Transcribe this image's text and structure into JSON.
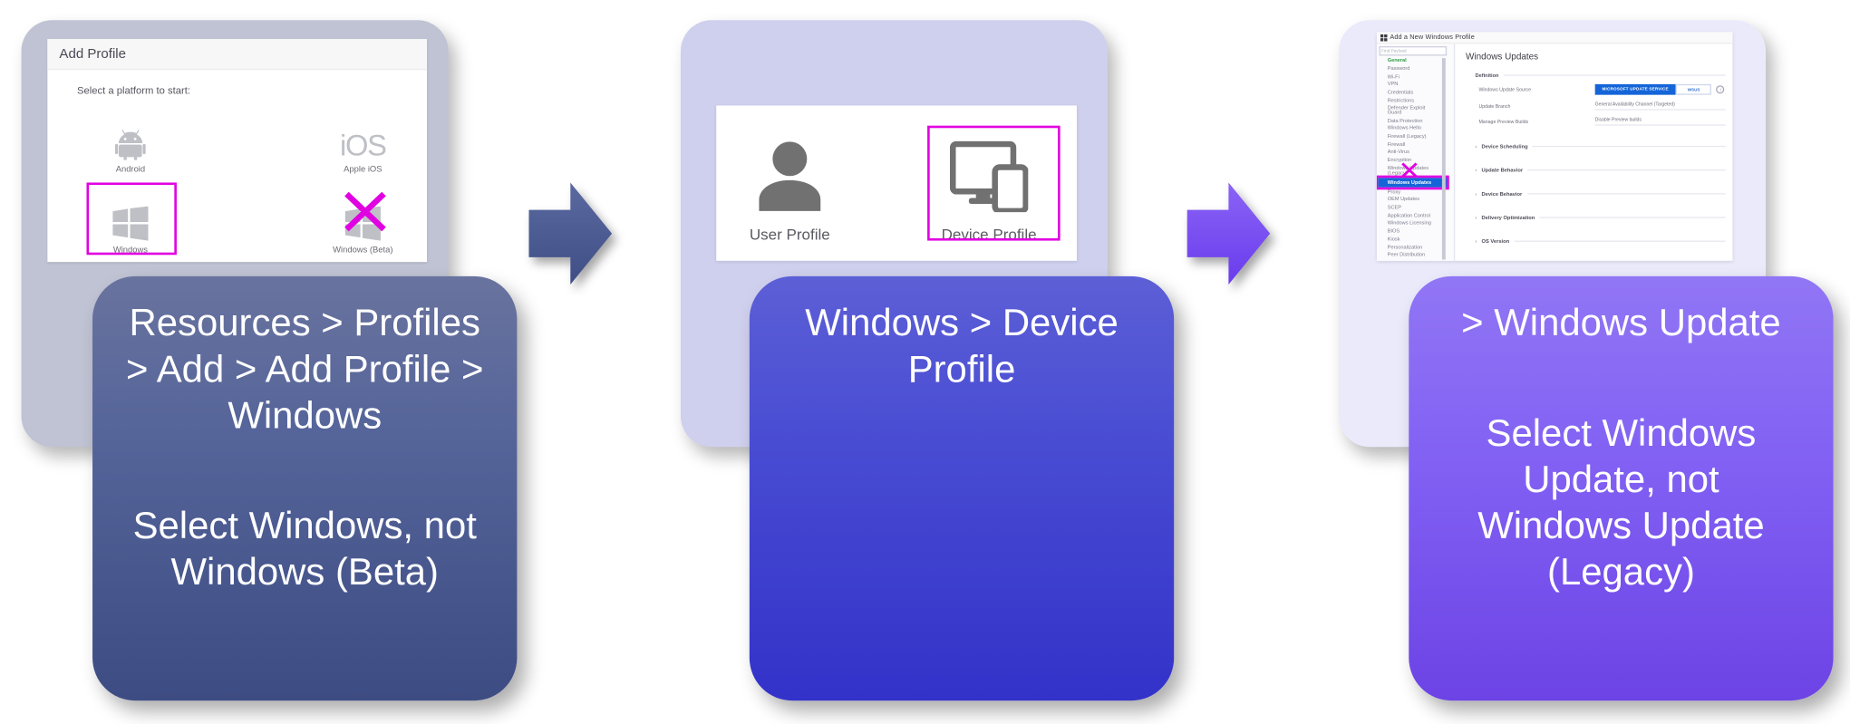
{
  "panel1": {
    "window_title": "Add Profile",
    "subtitle": "Select a platform to start:",
    "platforms": [
      {
        "label": "Android",
        "icon": "android-icon"
      },
      {
        "label": "Apple iOS",
        "icon": "ios-wordmark-icon"
      },
      {
        "label": "Windows",
        "icon": "windows-logo-icon"
      },
      {
        "label": "Windows (Beta)",
        "icon": "windows-logo-icon"
      }
    ],
    "highlight_target": "Windows",
    "crossed_out_target": "Windows (Beta)"
  },
  "panel2": {
    "options": [
      {
        "label": "User Profile",
        "icon": "person-icon"
      },
      {
        "label": "Device Profile",
        "icon": "devices-icon"
      }
    ],
    "highlight_target": "Device Profile"
  },
  "panel3": {
    "window_title": "Add a New Windows Profile",
    "search_placeholder": "Find Payload",
    "nav_items": [
      "General",
      "Password",
      "Wi-Fi",
      "VPN",
      "Credentials",
      "Restrictions",
      "Defender Exploit Guard",
      "Data Protection",
      "Windows Hello",
      "Firewall (Legacy)",
      "Firewall",
      "Anti-Virus",
      "Encryption",
      "Windows Updates (Legacy)",
      "Windows Updates",
      "Proxy",
      "OEM Updates",
      "SCEP",
      "Application Control",
      "Windows Licensing",
      "BIOS",
      "Kiosk",
      "Personalization",
      "Peer Distribution"
    ],
    "active_nav": "Windows Updates",
    "crossed_nav": "Windows Updates (Legacy)",
    "page_title": "Windows Updates",
    "section_label": "Definition",
    "fields": [
      {
        "label": "Windows Update Source",
        "type": "segmented",
        "options": [
          "MICROSOFT UPDATE SERVICE",
          "WSUS"
        ],
        "selected": "MICROSOFT UPDATE SERVICE"
      },
      {
        "label": "Update Branch",
        "type": "text",
        "value": "General Availability Channel (Targeted)"
      },
      {
        "label": "Manage Preview Builds",
        "type": "text",
        "value": "Disable Preview builds"
      }
    ],
    "accordions": [
      "Device Scheduling",
      "Update Behavior",
      "Device Behavior",
      "Delivery Optimization",
      "OS Version"
    ],
    "chevron": "›",
    "info_icon": "ⓘ"
  },
  "callouts": [
    {
      "lead": "Resources > Profiles > Add > Add Profile > Windows",
      "tail": "Select Windows, not Windows (Beta)"
    },
    {
      "lead": "Windows > Device Profile",
      "tail": ""
    },
    {
      "lead": "> Windows Update",
      "tail": "Select Windows Update, not Windows Update (Legacy)"
    }
  ],
  "colors": {
    "highlight_magenta": "#e100e1",
    "arrow1": "#4a5c92",
    "arrow2": "#7a4ef0",
    "callout1": "#4a5c92",
    "callout2": "#4047d2",
    "callout3": "#8467f0",
    "accent_blue": "#1565d8",
    "icon_gray": "#bfc0c6"
  }
}
